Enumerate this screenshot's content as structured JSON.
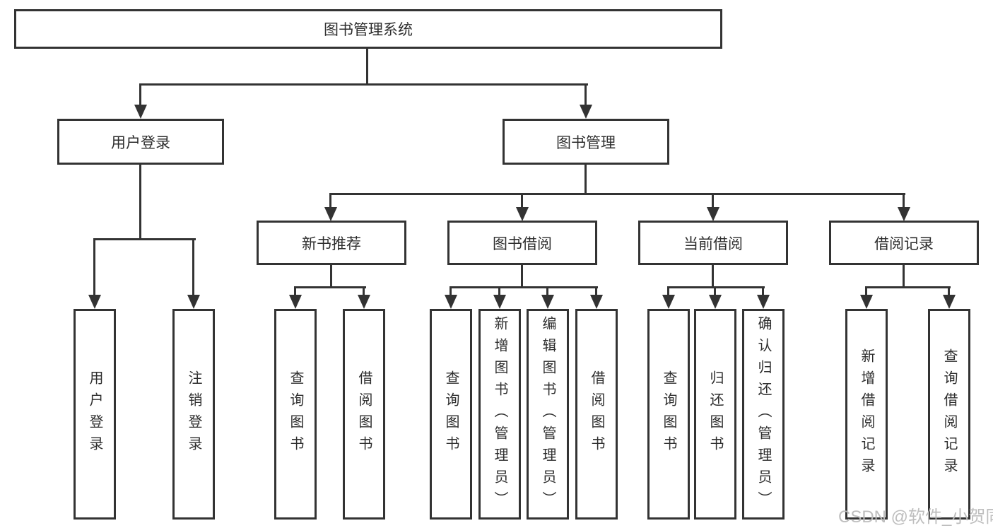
{
  "nodes": {
    "root": "图书管理系统",
    "user_login": "用户登录",
    "book_mgmt": "图书管理",
    "new_book_rec": "新书推荐",
    "book_borrow": "图书借阅",
    "current_borrow": "当前借阅",
    "borrow_record": "借阅记录",
    "leaf_user_login": "用户登录",
    "leaf_logout": "注销登录",
    "leaf_rec_query_book": "查询图书",
    "leaf_rec_borrow_book": "借阅图书",
    "leaf_bb_query_book": "查询图书",
    "leaf_bb_add_book": "新增图书（管理员）",
    "leaf_bb_edit_book": "编辑图书（管理员）",
    "leaf_bb_borrow_book": "借阅图书",
    "leaf_cb_query_book": "查询图书",
    "leaf_cb_return_book": "归还图书",
    "leaf_cb_confirm_return": "确认归还（管理员）",
    "leaf_br_add_record": "新增借阅记录",
    "leaf_br_query_record": "查询借阅记录"
  },
  "watermark": "CSDN @软件_小贺同学",
  "colors": {
    "line": "#333333",
    "text": "#2e2e2e",
    "background": "#ffffff",
    "watermark": "#bbbbbb"
  }
}
